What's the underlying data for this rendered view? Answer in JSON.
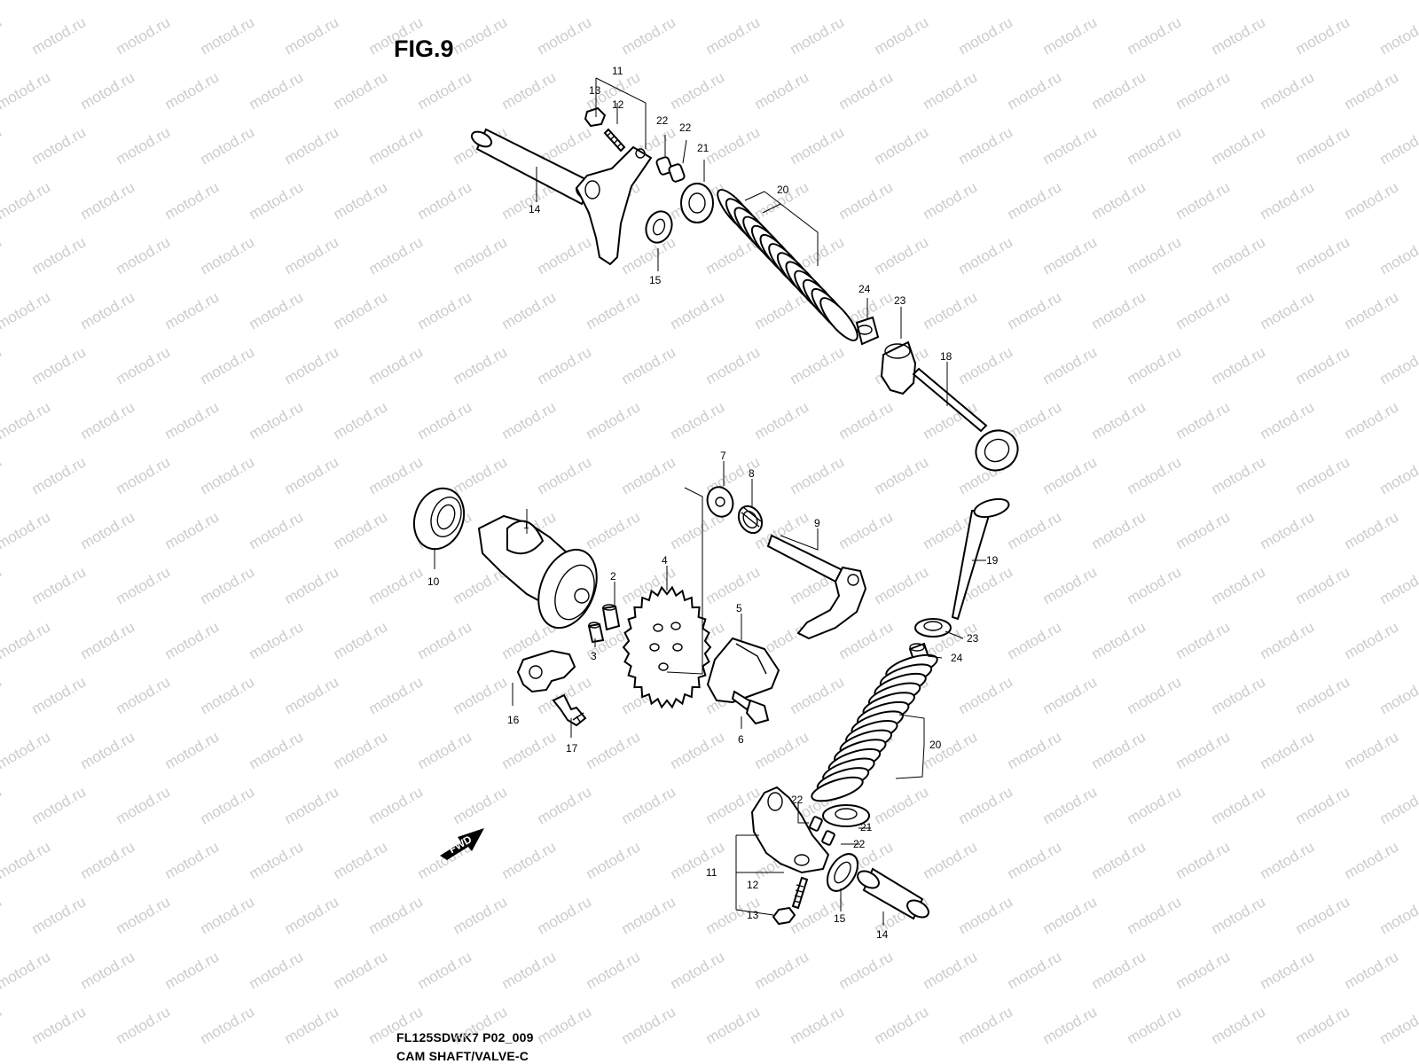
{
  "figure_title": "FIG.9",
  "caption_model": "FL125SDWK7 P02_009",
  "caption_name": "CAM SHAFT/VALVE-C",
  "watermark": "motod.ru",
  "fwd_label": "FWD",
  "labels": [
    "1",
    "2",
    "3",
    "4",
    "5",
    "6",
    "7",
    "8",
    "9",
    "10",
    "11",
    "12",
    "13",
    "14",
    "15",
    "16",
    "17",
    "18",
    "19",
    "20",
    "21",
    "22",
    "23",
    "24"
  ]
}
